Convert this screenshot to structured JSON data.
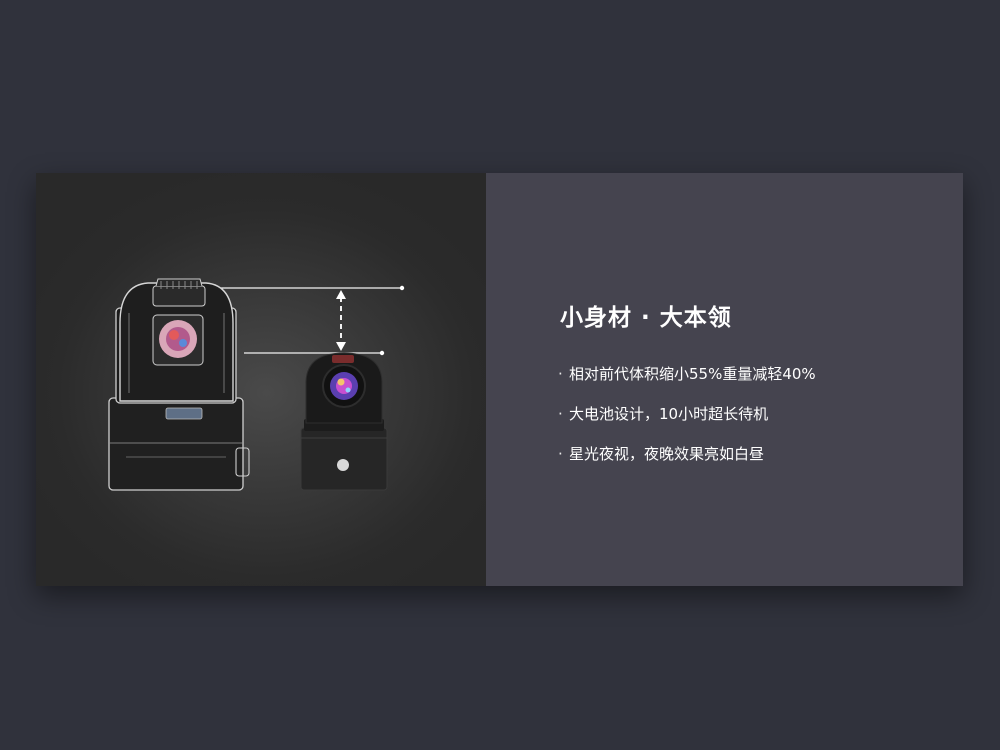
{
  "heading": "小身材 · 大本领",
  "features": [
    "相对前代体积缩小55%重量减轻40%",
    "大电池设计，10小时超长待机",
    "星光夜视，夜晚效果亮如白昼"
  ],
  "bullet": "·",
  "colors": {
    "page_background": "#30323c",
    "text_panel_background": "#45444f",
    "text": "#ffffff"
  }
}
